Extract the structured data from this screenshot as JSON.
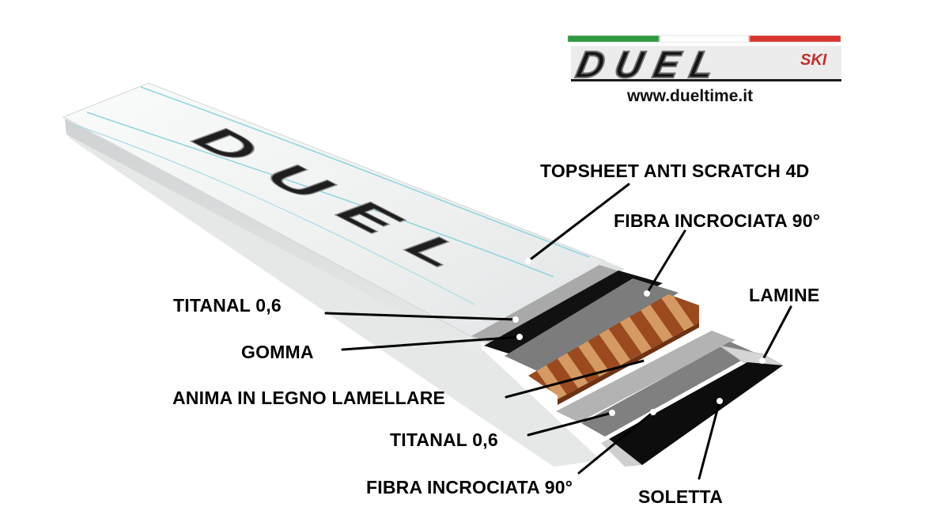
{
  "logo": {
    "wordmark": "DUEL",
    "suffix": "SKI",
    "url": "www.dueltime.it",
    "flag_colors": [
      "#2f9a3f",
      "#ffffff",
      "#d8362f"
    ]
  },
  "ski": {
    "printed_text": "DUEL"
  },
  "labels": {
    "topsheet": "TOPSHEET ANTI SCRATCH 4D",
    "fibra_top": "FIBRA INCROCIATA 90°",
    "lamine": "LAMINE",
    "titanal_top": "TITANAL 0,6",
    "gomma": "GOMMA",
    "anima": "ANIMA IN LEGNO LAMELLARE",
    "titanal_bottom": "TITANAL 0,6",
    "fibra_bottom": "FIBRA INCROCIATA 90°",
    "soletta": "SOLETTA"
  },
  "colors": {
    "topsheet": "#f4f6f6",
    "stripe": "#8fd3e0",
    "titanal": "#a9a9a9",
    "gomma": "#111111",
    "fibra": "#7c7c7c",
    "wood_dark": "#9b4a20",
    "wood_light": "#d59a63",
    "edge": "#d6d6d6",
    "base": "#0d0d0d"
  }
}
